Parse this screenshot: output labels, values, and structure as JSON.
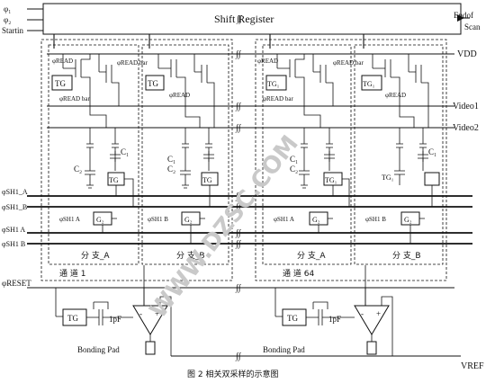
{
  "signals_left": {
    "phi1": "φ₁",
    "phi2": "φ₂",
    "startin": "Startin",
    "sh1_a": "φSH1_A",
    "sh1_b": "φSH1_B",
    "sh2_a": "φSH1 A",
    "sh2_b": "φSH1 B",
    "reset": "φRESET"
  },
  "shift_register": {
    "label": "Shift Register",
    "end_of_scan_1": "Endof",
    "end_of_scan_2": "Scan"
  },
  "rails": {
    "vdd": "VDD",
    "video1": "Video1",
    "video2": "Video2",
    "vref": "VREF"
  },
  "channel1": {
    "read_left": "φREAD",
    "read_bar_left": "φREAD bar",
    "read_top": "φREAD bar",
    "read_right": "φREAD",
    "tg1": "TG",
    "tg2": "TG",
    "c2_a": "C₂",
    "c1_b": "C₁",
    "c1_a": "C₁",
    "c2_b": "C₂",
    "tg_a": "TG",
    "tg_b": "TG",
    "sh_a": "φSH1 A",
    "sh_b": "φSH1 B",
    "g2_a": "G₂",
    "g2_b": "G₂",
    "branch_a": "分 支_A",
    "branch_b": "分 支_B",
    "name": "通 道 1"
  },
  "channel64": {
    "read_left": "φREAD",
    "read_bar_left": "φREAD bar",
    "read_top": "φREAD bar",
    "read_right": "φREAD",
    "tg1": "TG₁",
    "tg2": "TG₁",
    "c1_a": "C₁",
    "c2_a": "C₂",
    "tg1_label": "TG₁",
    "tg_a": "TG₁",
    "c1_b": "C₁",
    "sh_a": "φSH1 A",
    "sh_b": "φSH1 B",
    "g2_a": "G₂",
    "g2_b": "G₂",
    "branch_a": "分 支_A",
    "branch_b": "分 支_B",
    "name": "通 道 64"
  },
  "output_left": {
    "tg": "TG",
    "cap": "1pF",
    "pad": "Bonding Pad",
    "minus": "-",
    "plus": "+"
  },
  "output_right": {
    "tg": "TG",
    "cap": "1pF",
    "pad": "Bonding Pad",
    "minus": "-",
    "plus": "+"
  },
  "caption": "图 2  相关双采样的示意图",
  "watermark": "WWW.DZSC.COM"
}
